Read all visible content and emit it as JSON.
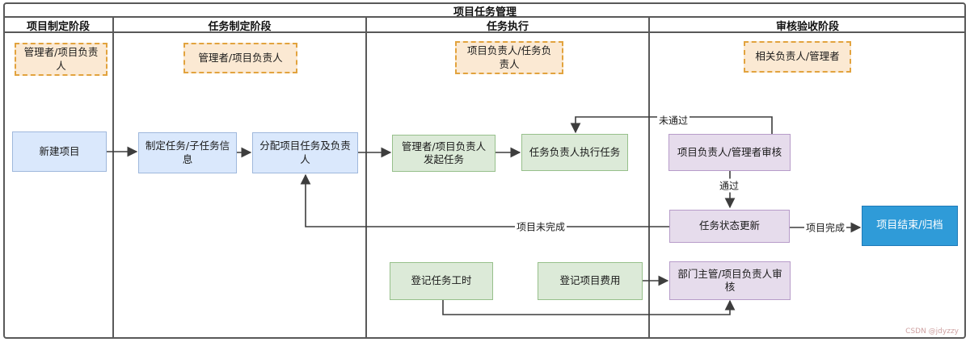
{
  "title": "项目任务管理",
  "lanes": [
    {
      "label": "项目制定阶段",
      "role": "管理者/项目负责\n人"
    },
    {
      "label": "任务制定阶段",
      "role": "管理者/项目负责人"
    },
    {
      "label": "任务执行",
      "role": "项目负责人/任务负\n责人"
    },
    {
      "label": "审核验收阶段",
      "role": "相关负责人/管理者"
    }
  ],
  "nodes": {
    "new_project": "新建项目",
    "define_task": "制定任务/子任务信\n息",
    "assign_task": "分配项目任务及负责\n人",
    "initiate_task": "管理者/项目负责人\n发起任务",
    "execute_task": "任务负责人执行任务",
    "review": "项目负责人/管理者审核",
    "status_update": "任务状态更新",
    "project_end": "项目结束/归档",
    "log_hours": "登记任务工时",
    "log_cost": "登记项目费用",
    "final_review": "部门主管/项目负责人审\n核"
  },
  "edge_labels": {
    "not_passed": "未通过",
    "passed": "通过",
    "project_done": "项目完成",
    "project_not_done": "项目未完成"
  },
  "colors": {
    "blue_fill": "#dae8fc",
    "green_fill": "#dcead8",
    "purple_fill": "#e6dcec",
    "orange_fill": "#fbe9d3",
    "orange_border": "#e2a33e",
    "accent_fill": "#2f9bd8",
    "line": "#3d3d3d",
    "frame": "#595959"
  },
  "watermark": "CSDN @jdyzzy"
}
